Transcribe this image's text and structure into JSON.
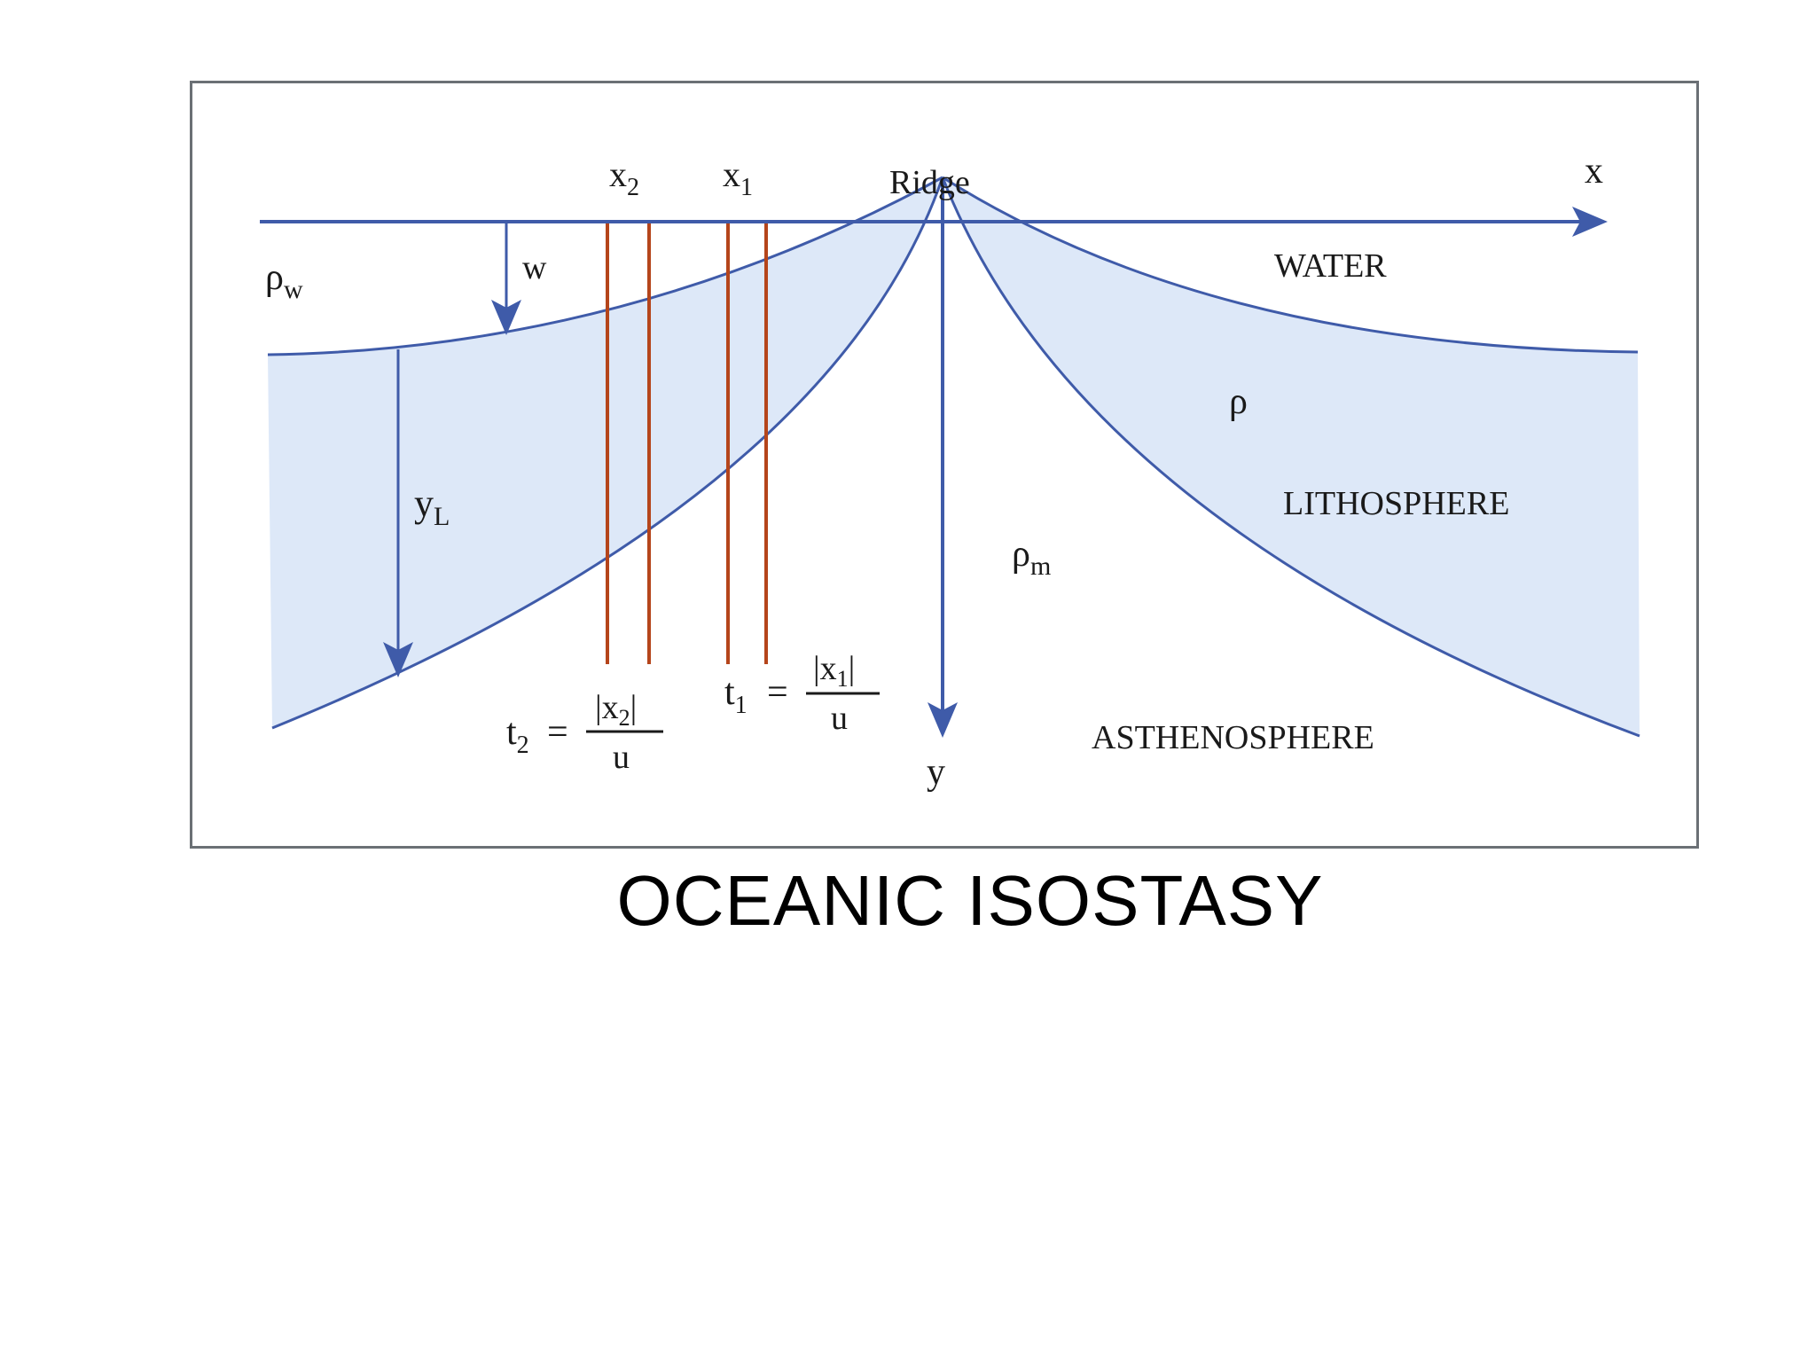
{
  "title": "OCEANIC ISOSTASY",
  "colors": {
    "axis": "#3f5ba9",
    "curve": "#3f5ba9",
    "lithosphere_fill": "#dde8f8",
    "time_lines": "#b5451b",
    "frame": "#6b7075",
    "text": "#1a1a1a"
  },
  "diagram": {
    "ridge": "Ridge",
    "x_axis": "x",
    "y_axis": "y",
    "water": "WATER",
    "lithosphere": "LITHOSPHERE",
    "asthenosphere": "ASTHENOSPHERE",
    "rho": "ρ",
    "rho_w": {
      "base": "ρ",
      "sub": "w"
    },
    "rho_m": {
      "base": "ρ",
      "sub": "m"
    },
    "w": "w",
    "y_L": {
      "base": "y",
      "sub": "L"
    },
    "x1": {
      "base": "x",
      "sub": "1"
    },
    "x2": {
      "base": "x",
      "sub": "2"
    },
    "t1": {
      "base": "t",
      "sub": "1",
      "eq": "=",
      "num": "|x",
      "num_sub": "1",
      "num_end": "|",
      "den": "u"
    },
    "t2": {
      "base": "t",
      "sub": "2",
      "eq": "=",
      "num": "|x",
      "num_sub": "2",
      "num_end": "|",
      "den": "u"
    }
  }
}
